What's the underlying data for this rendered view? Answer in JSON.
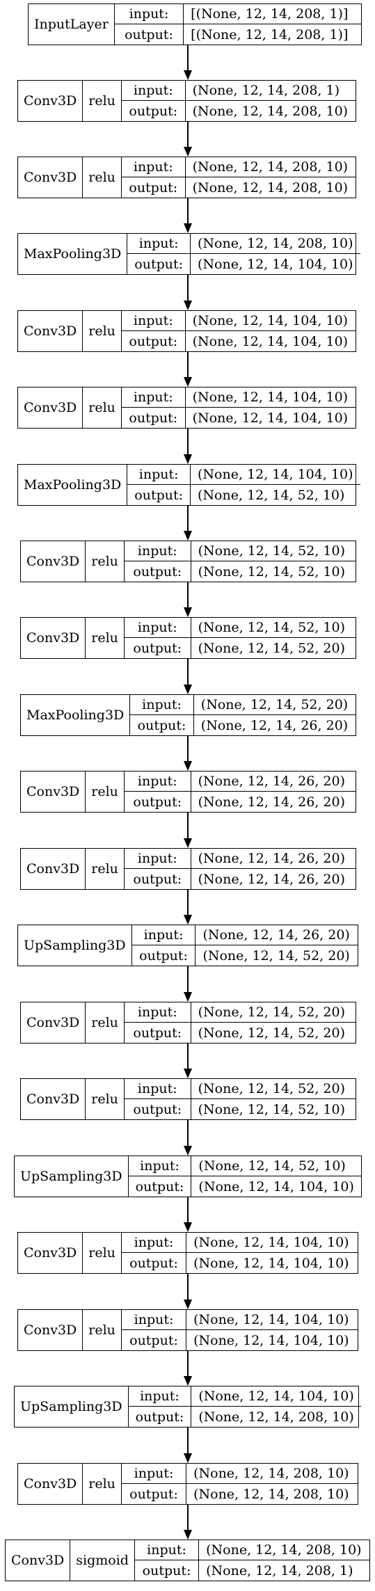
{
  "labels": {
    "input": "input:",
    "output": "output:"
  },
  "layers": [
    {
      "name": "InputLayer",
      "activation": "",
      "input": "[(None, 12, 14, 208, 1)]",
      "output": "[(None, 12, 14, 208, 1)]"
    },
    {
      "name": "Conv3D",
      "activation": "relu",
      "input": "(None, 12, 14, 208, 1)",
      "output": "(None, 12, 14, 208, 10)"
    },
    {
      "name": "Conv3D",
      "activation": "relu",
      "input": "(None, 12, 14, 208, 10)",
      "output": "(None, 12, 14, 208, 10)"
    },
    {
      "name": "MaxPooling3D",
      "activation": "",
      "input": "(None, 12, 14, 208, 10)",
      "output": "(None, 12, 14, 104, 10)"
    },
    {
      "name": "Conv3D",
      "activation": "relu",
      "input": "(None, 12, 14, 104, 10)",
      "output": "(None, 12, 14, 104, 10)"
    },
    {
      "name": "Conv3D",
      "activation": "relu",
      "input": "(None, 12, 14, 104, 10)",
      "output": "(None, 12, 14, 104, 10)"
    },
    {
      "name": "MaxPooling3D",
      "activation": "",
      "input": "(None, 12, 14, 104, 10)",
      "output": "(None, 12, 14, 52, 10)"
    },
    {
      "name": "Conv3D",
      "activation": "relu",
      "input": "(None, 12, 14, 52, 10)",
      "output": "(None, 12, 14, 52, 10)"
    },
    {
      "name": "Conv3D",
      "activation": "relu",
      "input": "(None, 12, 14, 52, 10)",
      "output": "(None, 12, 14, 52, 20)"
    },
    {
      "name": "MaxPooling3D",
      "activation": "",
      "input": "(None, 12, 14, 52, 20)",
      "output": "(None, 12, 14, 26, 20)"
    },
    {
      "name": "Conv3D",
      "activation": "relu",
      "input": "(None, 12, 14, 26, 20)",
      "output": "(None, 12, 14, 26, 20)"
    },
    {
      "name": "Conv3D",
      "activation": "relu",
      "input": "(None, 12, 14, 26, 20)",
      "output": "(None, 12, 14, 26, 20)"
    },
    {
      "name": "UpSampling3D",
      "activation": "",
      "input": "(None, 12, 14, 26, 20)",
      "output": "(None, 12, 14, 52, 20)"
    },
    {
      "name": "Conv3D",
      "activation": "relu",
      "input": "(None, 12, 14, 52, 20)",
      "output": "(None, 12, 14, 52, 20)"
    },
    {
      "name": "Conv3D",
      "activation": "relu",
      "input": "(None, 12, 14, 52, 20)",
      "output": "(None, 12, 14, 52, 10)"
    },
    {
      "name": "UpSampling3D",
      "activation": "",
      "input": "(None, 12, 14, 52, 10)",
      "output": "(None, 12, 14, 104, 10)"
    },
    {
      "name": "Conv3D",
      "activation": "relu",
      "input": "(None, 12, 14, 104, 10)",
      "output": "(None, 12, 14, 104, 10)"
    },
    {
      "name": "Conv3D",
      "activation": "relu",
      "input": "(None, 12, 14, 104, 10)",
      "output": "(None, 12, 14, 104, 10)"
    },
    {
      "name": "UpSampling3D",
      "activation": "",
      "input": "(None, 12, 14, 104, 10)",
      "output": "(None, 12, 14, 208, 10)"
    },
    {
      "name": "Conv3D",
      "activation": "relu",
      "input": "(None, 12, 14, 208, 10)",
      "output": "(None, 12, 14, 208, 10)"
    },
    {
      "name": "Conv3D",
      "activation": "sigmoid",
      "input": "(None, 12, 14, 208, 10)",
      "output": "(None, 12, 14, 208, 1)"
    }
  ]
}
